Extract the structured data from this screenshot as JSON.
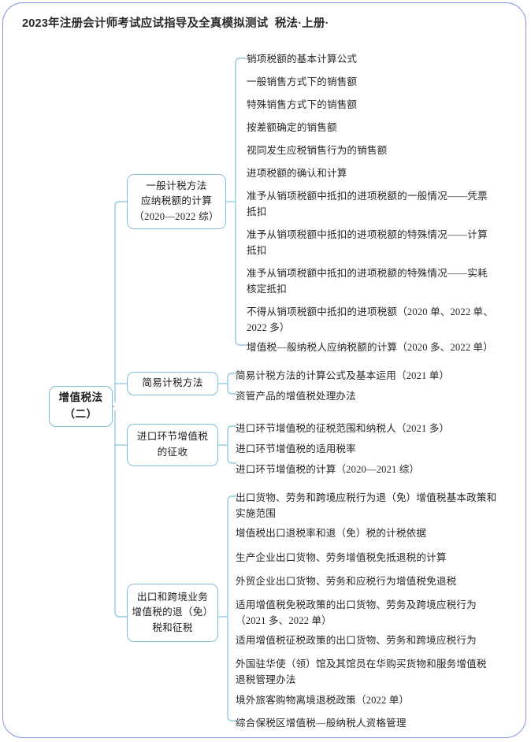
{
  "page": {
    "header_year": "2023年",
    "header_title": "注册会计师考试应试指导及全真模拟测试",
    "header_subtitle": "税法·上册·",
    "frame_color": "#7f93e8",
    "node_border_color": "#7ec0da",
    "connector_color": "#7ec0da",
    "text_color": "#262626"
  },
  "mindmap": {
    "root": {
      "label": "增值税法\n（二）"
    },
    "branches": [
      {
        "label": "一般计税方法\n应纳税额的计算\n（2020—2022 综）",
        "leaves": [
          "销项税额的基本计算公式",
          "一般销售方式下的销售额",
          "特殊销售方式下的销售额",
          "按差额确定的销售额",
          "视同发生应税销售行为的销售额",
          "进项税额的确认和计算",
          "准予从销项税额中抵扣的进项税额的一般情况——凭票抵扣",
          "准予从销项税额中抵扣的进项税额的特殊情况——计算抵扣",
          "准予从销项税额中抵扣的进项税额的特殊情况——实耗核定抵扣",
          "不得从销项税额中抵扣的进项税额（2020 单、2022 单、2022 多）",
          "增值税—般纳税人应纳税额的计算（2020 多、2022 单）"
        ]
      },
      {
        "label": "简易计税方法",
        "leaves": [
          "简易计税方法的计算公式及基本运用（2021 单）",
          "资管产品的增值税处理办法"
        ]
      },
      {
        "label": "进口环节增值税\n的征收",
        "leaves": [
          "进口环节增值税的征税范围和纳税人（2021 多）",
          "进口环节增值税的适用税率",
          "进口环节增值税的计算（2020—2021 综）"
        ]
      },
      {
        "label": "出口和跨境业务\n增值税的退（免）\n税和征税",
        "leaves": [
          "出口货物、劳务和跨境应税行为退（免）增值税基本政策和实施范围",
          "增值税出口退税率和退（免）税的计税依据",
          "生产企业出口货物、劳务增值税免抵退税的计算",
          "外贸企业出口货物、劳务和应税行为增值税免退税",
          "适用增值税免税政策的出口货物、劳务及跨境应税行为（2021 多、2022 单）",
          "适用增值税征税政策的出口货物、劳务和跨境应税行为",
          "外国驻华使（领）馆及其馆员在华购买货物和服务增值税退税管理办法",
          "境外旅客购物离境退税政策（2022 单）",
          "综合保税区增值税—般纳税人资格管理"
        ]
      }
    ]
  }
}
